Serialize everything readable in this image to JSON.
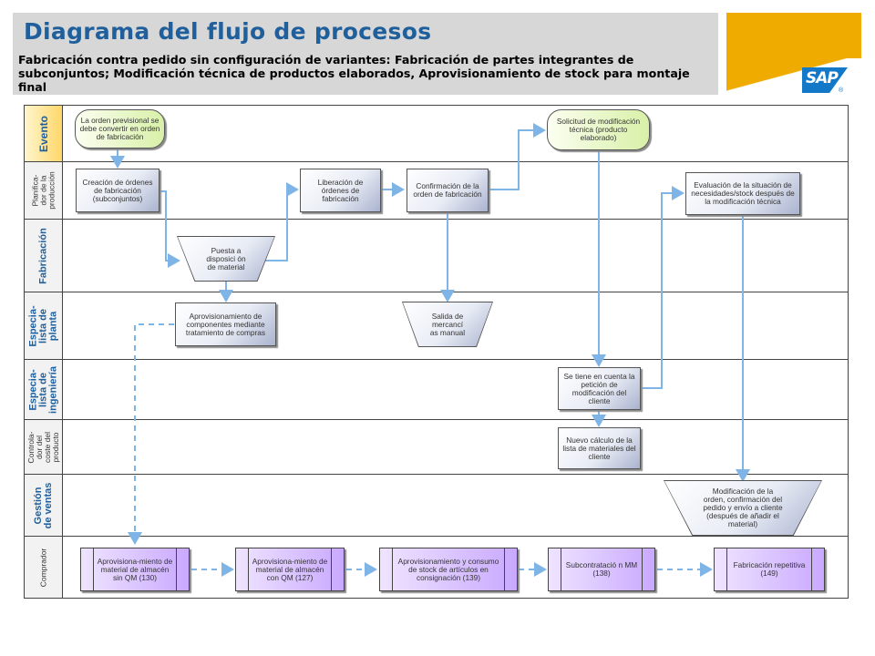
{
  "header": {
    "title": "Diagrama del flujo de procesos",
    "subtitle": "Fabricación contra pedido sin configuración de variantes: Fabricación de partes integrantes de subconjuntos; Modificación técnica de productos elaborados, Aprovisionamiento de stock para montaje final",
    "logo": "SAP",
    "logo_mark": "®"
  },
  "lanes": {
    "evento": "Evento",
    "planificador": "Planifica-\ndor de la\nproducción",
    "fabricacion": "Fabricación",
    "planta": "Especia-\nlista de\nplanta",
    "ingenieria": "Especia-\nlista de\ningeniería",
    "controlador": "Controla-\ndor del\ncoste del\nproducto",
    "ventas": "Gestión\nde ventas",
    "comprador": "Comprador"
  },
  "nodes": {
    "orden_previsional": "La orden previsional se debe convertir en orden de fabricación",
    "solicitud": "Solicitud de modificación técnica (producto elaborado)",
    "creacion": "Creación de órdenes de fabricación (subconjuntos)",
    "liberacion": "Liberación de órdenes de fabricación",
    "confirmacion": "Confirmación de la orden de fabricación",
    "evaluacion": "Evaluación de la situación de necesidades/stock después de la modificación técnica",
    "puesta": "Puesta a disposici ón de material",
    "aprov_compras": "Aprovisionamiento de componentes mediante tratamiento de compras",
    "salida": "Salida de mercancí as manual",
    "peticion": "Se tiene en cuenta la petición de modificación del cliente",
    "nuevo_calculo": "Nuevo cálculo de la lista de materiales del cliente",
    "modificacion_orden": "Modificación de la orden, confirmación del pedido y envío a cliente (después de añadir el material)",
    "sub1": "Aprovisiona-miento de material de almacén sin QM (130)",
    "sub2": "Aprovisiona-miento de material de almacén con QM (127)",
    "sub3": "Aprovisionamiento y consumo de stock de artículos en consignación (139)",
    "sub4": "Subcontratació n MM (138)",
    "sub5": "Fabricación repetitiva (149)"
  },
  "colors": {
    "title": "#1f5f9c",
    "header_bg": "#d7d7d7",
    "logo_bg": "#f0ab00",
    "sap_blue": "#1478c8",
    "connector": "#7fb4e6",
    "event_fill": "#d8f0a8",
    "subprocess_fill": "#c9a9ff"
  }
}
